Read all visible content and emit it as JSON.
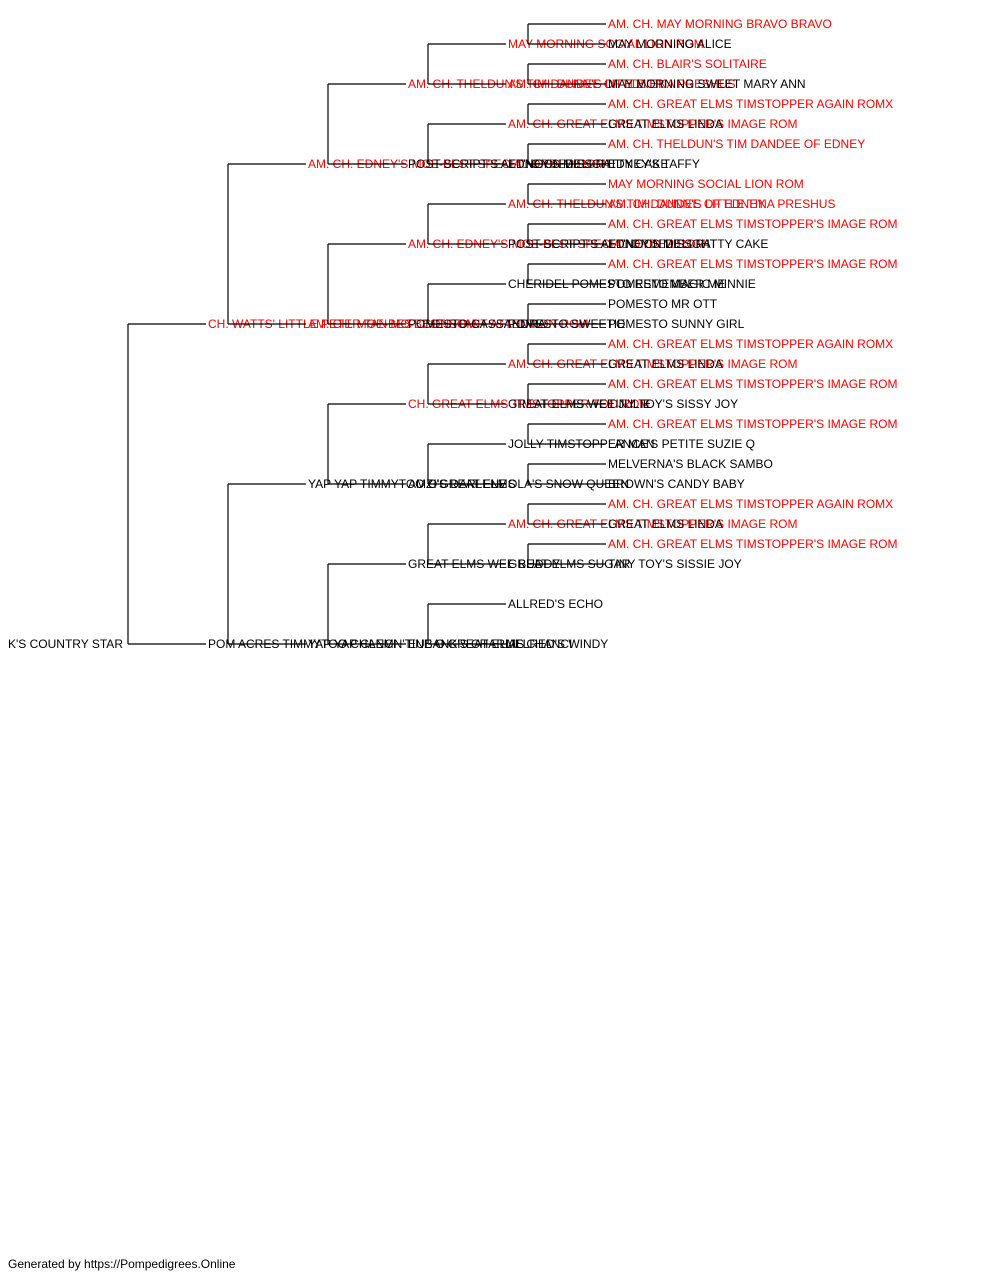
{
  "colors": {
    "champion": "#ff0000",
    "normal": "#000000",
    "line": "#000000"
  },
  "pedigree": {
    "name": "K'S COUNTRY STAR",
    "ch": false,
    "sire": {
      "name": "CH. WATTS' LITTLE PETER TAN MO-BEST ROM",
      "ch": true,
      "sire": {
        "name": "AM. CH. EDNEY'S MOE-BEST SPECIAL ORDER ROM",
        "ch": true,
        "sire": {
          "name": "AM. CH. THELDUN'S TIM DANDEE OF EDNEY",
          "ch": true,
          "sire": {
            "name": "MAY MORNING SOCIAL LION ROM",
            "ch": true,
            "sire": {
              "name": "AM. CH. MAY MORNING BRAVO BRAVO",
              "ch": true
            },
            "dam": {
              "name": "MAY MORNING ALICE",
              "ch": false
            }
          },
          "dam": {
            "name": "AM. CH. DUNN'S LITTLE TINA PRESHUS",
            "ch": true,
            "sire": {
              "name": "AM. CH. BLAIR'S SOLITAIRE",
              "ch": true
            },
            "dam": {
              "name": "MAY MORNING SWEET MARY ANN",
              "ch": false
            }
          }
        },
        "dam": {
          "name": "POST SCRIPT'S AFT'NOON DELIGHT",
          "ch": false,
          "sire": {
            "name": "AM. CH. GREAT ELMS TIMSTOPPER'S IMAGE ROM",
            "ch": true,
            "sire": {
              "name": "AM. CH. GREAT ELMS TIMSTOPPER AGAIN ROMX",
              "ch": true
            },
            "dam": {
              "name": "GREAT ELMS LINDA",
              "ch": false
            }
          },
          "dam": {
            "name": "EDNEY'S MISS PATTY CAKE",
            "ch": false,
            "sire": {
              "name": "AM. CH. THELDUN'S TIM DANDEE OF EDNEY",
              "ch": true
            },
            "dam": {
              "name": "EDNEY'S TAFFY",
              "ch": false
            }
          }
        }
      },
      "dam": {
        "name": "AM. CH. MOE-BEST CONSTANT ATTENTION ROM",
        "ch": true,
        "sire": {
          "name": "AM. CH. EDNEY'S MOE-BEST SPECIAL ORDER ROM",
          "ch": true,
          "sire": {
            "name": "AM. CH. THELDUN'S TIM DANDEE OF EDNEY",
            "ch": true,
            "sire": {
              "name": "MAY MORNING SOCIAL LION ROM",
              "ch": true
            },
            "dam": {
              "name": "AM. CH. DUNN'S LITTLE TINA PRESHUS",
              "ch": true
            }
          },
          "dam": {
            "name": "POST SCRIPT'S AFT'NOON DELIGHT",
            "ch": false,
            "sire": {
              "name": "AM. CH. GREAT ELMS TIMSTOPPER'S IMAGE ROM",
              "ch": true
            },
            "dam": {
              "name": "EDNEY'S MISS PATTY CAKE",
              "ch": false
            }
          }
        },
        "dam": {
          "name": "POMESTO CASSANDRA",
          "ch": false,
          "sire": {
            "name": "CHERIDEL POMESTO REMEMBER ME",
            "ch": false,
            "sire": {
              "name": "AM. CH. GREAT ELMS TIMSTOPPER'S IMAGE ROM",
              "ch": true
            },
            "dam": {
              "name": "POMESTO MAGIC MINNIE",
              "ch": false
            }
          },
          "dam": {
            "name": "POMESTO SWEETIE",
            "ch": false,
            "sire": {
              "name": "POMESTO MR OTT",
              "ch": false
            },
            "dam": {
              "name": "POMESTO SUNNY GIRL",
              "ch": false
            }
          }
        }
      }
    },
    "dam": {
      "name": "POM ACRES TIMMYTOO CHANCI",
      "ch": false,
      "sire": {
        "name": "YAP YAP TIMMYTOO O'GREAT ELMS",
        "ch": false,
        "sire": {
          "name": "CH. GREAT ELMS TIMSTOPPER TOO ROM",
          "ch": true,
          "sire": {
            "name": "AM. CH. GREAT ELMS TIMSTOPPER'S IMAGE ROM",
            "ch": true,
            "sire": {
              "name": "AM. CH. GREAT ELMS TIMSTOPPER AGAIN ROMX",
              "ch": true
            },
            "dam": {
              "name": "GREAT ELMS LINDA",
              "ch": false
            }
          },
          "dam": {
            "name": "GREAT ELMS WEE JULIE",
            "ch": false,
            "sire": {
              "name": "AM. CH. GREAT ELMS TIMSTOPPER'S IMAGE ROM",
              "ch": true
            },
            "dam": {
              "name": "TINY TOY'S SISSY JOY",
              "ch": false
            }
          }
        },
        "dam": {
          "name": "AMZI'S DARLENE",
          "ch": false,
          "sire": {
            "name": "JOLLY TIMSTOPPER MAN",
            "ch": false,
            "sire": {
              "name": "AM. CH. GREAT ELMS TIMSTOPPER'S IMAGE ROM",
              "ch": true
            },
            "dam": {
              "name": "LANCE'S PETITE SUZIE Q",
              "ch": false
            }
          },
          "dam": {
            "name": "OLA'S SNOW QUEEN",
            "ch": false,
            "sire": {
              "name": "MELVERNA'S BLACK SAMBO",
              "ch": false
            },
            "dam": {
              "name": "BROWN'S CANDY BABY",
              "ch": false
            }
          }
        }
      },
      "dam": {
        "name": "YAP YAP CLEMN'TINE O GREAT ELMS",
        "ch": false,
        "sire": {
          "name": "GREAT ELMS WEE BUDDY",
          "ch": false,
          "sire": {
            "name": "AM. CH. GREAT ELMS TIMSTOPPER'S IMAGE ROM",
            "ch": true,
            "sire": {
              "name": "AM. CH. GREAT ELMS TIMSTOPPER AGAIN ROMX",
              "ch": true
            },
            "dam": {
              "name": "GREAT ELMS LINDA",
              "ch": false
            }
          },
          "dam": {
            "name": "GREAT ELMS SUGAR",
            "ch": false,
            "sire": {
              "name": "AM. CH. GREAT ELMS TIMSTOPPER'S IMAGE ROM",
              "ch": true
            },
            "dam": {
              "name": "TINY TOY'S SISSIE JOY",
              "ch": false
            }
          }
        },
        "dam": {
          "name": "EUBANK'S CHARLIE CHANCI",
          "ch": false,
          "sire": {
            "name": "ALLRED'S ECHO",
            "ch": false
          },
          "dam": {
            "name": "ALLRED'S WINDY",
            "ch": false
          }
        }
      }
    }
  },
  "footer": {
    "text": "Generated by https://Pompedigrees.Online"
  }
}
